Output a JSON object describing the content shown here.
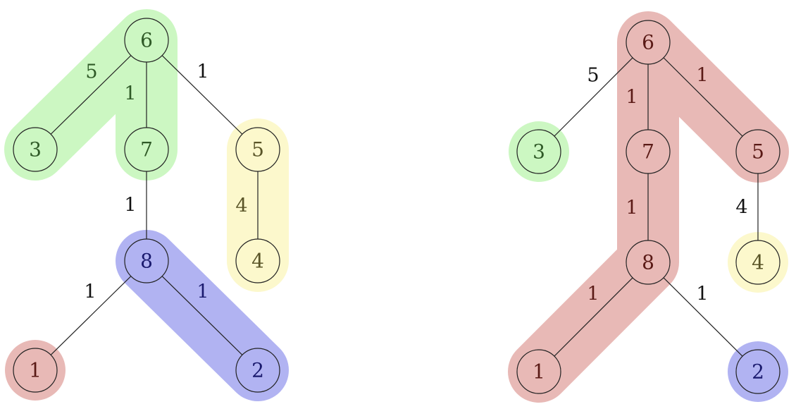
{
  "colors": {
    "green": "#ccf7c2",
    "yellow": "#fcf8cc",
    "blue": "#b1b3f2",
    "red": "#e8b9b6"
  },
  "text_colors": {
    "green": "#2f5a27",
    "yellow": "#5a5528",
    "blue": "#1a1a6e",
    "red": "#5a1a16",
    "none": "#111111"
  },
  "trees": [
    {
      "name": "left-tree",
      "nodes": [
        {
          "id": "6",
          "color": "green"
        },
        {
          "id": "3",
          "color": "green"
        },
        {
          "id": "7",
          "color": "green"
        },
        {
          "id": "5",
          "color": "yellow"
        },
        {
          "id": "4",
          "color": "yellow"
        },
        {
          "id": "8",
          "color": "blue"
        },
        {
          "id": "2",
          "color": "blue"
        },
        {
          "id": "1",
          "color": "red"
        }
      ],
      "edges": [
        {
          "from": "6",
          "to": "3",
          "weight": "5",
          "color": "green"
        },
        {
          "from": "6",
          "to": "7",
          "weight": "1",
          "color": "green"
        },
        {
          "from": "6",
          "to": "5",
          "weight": "1",
          "color": "none"
        },
        {
          "from": "5",
          "to": "4",
          "weight": "4",
          "color": "yellow"
        },
        {
          "from": "7",
          "to": "8",
          "weight": "1",
          "color": "none"
        },
        {
          "from": "8",
          "to": "1",
          "weight": "1",
          "color": "none"
        },
        {
          "from": "8",
          "to": "2",
          "weight": "1",
          "color": "blue"
        }
      ],
      "highlights": [
        {
          "path": [
            "3",
            "6",
            "7"
          ],
          "color": "green"
        },
        {
          "path": [
            "5",
            "4"
          ],
          "color": "yellow"
        },
        {
          "path": [
            "8",
            "2"
          ],
          "color": "blue"
        },
        {
          "path": [
            "1"
          ],
          "color": "red"
        }
      ]
    },
    {
      "name": "right-tree",
      "nodes": [
        {
          "id": "6",
          "color": "red"
        },
        {
          "id": "7",
          "color": "red"
        },
        {
          "id": "5",
          "color": "red"
        },
        {
          "id": "8",
          "color": "red"
        },
        {
          "id": "1",
          "color": "red"
        },
        {
          "id": "3",
          "color": "green"
        },
        {
          "id": "4",
          "color": "yellow"
        },
        {
          "id": "2",
          "color": "blue"
        }
      ],
      "edges": [
        {
          "from": "6",
          "to": "3",
          "weight": "5",
          "color": "none"
        },
        {
          "from": "6",
          "to": "7",
          "weight": "1",
          "color": "red"
        },
        {
          "from": "6",
          "to": "5",
          "weight": "1",
          "color": "red"
        },
        {
          "from": "5",
          "to": "4",
          "weight": "4",
          "color": "none"
        },
        {
          "from": "7",
          "to": "8",
          "weight": "1",
          "color": "red"
        },
        {
          "from": "8",
          "to": "1",
          "weight": "1",
          "color": "red"
        },
        {
          "from": "8",
          "to": "2",
          "weight": "1",
          "color": "none"
        }
      ],
      "highlights": [
        {
          "path": [
            "1",
            "8",
            "7",
            "6",
            "5"
          ],
          "color": "red"
        },
        {
          "path": [
            "3"
          ],
          "color": "green"
        },
        {
          "path": [
            "4"
          ],
          "color": "yellow"
        },
        {
          "path": [
            "2"
          ],
          "color": "blue"
        }
      ]
    }
  ]
}
